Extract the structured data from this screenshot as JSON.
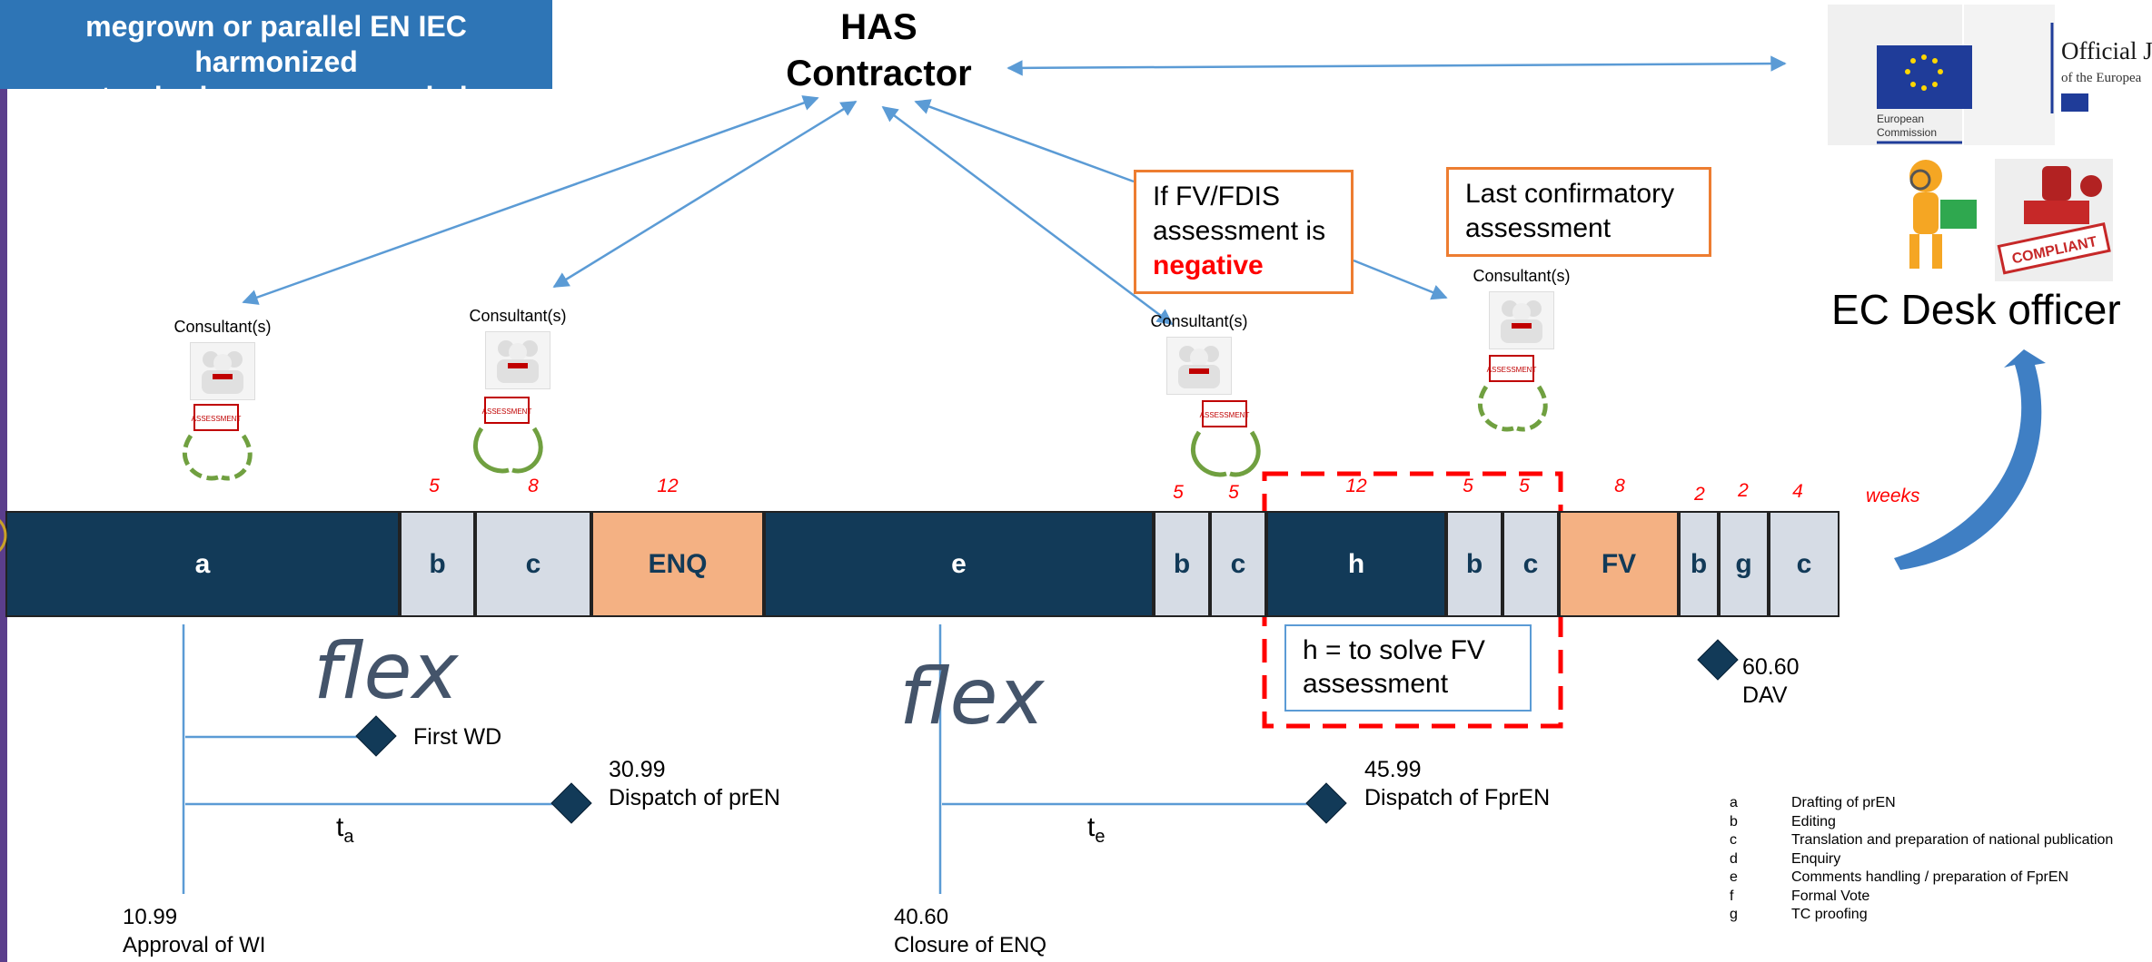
{
  "banner": {
    "line1": "megrown or parallel EN IEC harmonized",
    "line2": "standards → recommended"
  },
  "has": {
    "line1": "HAS",
    "line2": "Contractor"
  },
  "callouts": {
    "negative": {
      "line1": "If FV/FDIS",
      "line2": "assessment is",
      "line3": "negative"
    },
    "last": {
      "line1": "Last confirmatory",
      "line2": "assessment"
    }
  },
  "consultant_label": "Consultant(s)",
  "stamp_text": "ASSESSMENT",
  "compliant_text": "COMPLIANT",
  "ec": {
    "commission_line1": "European",
    "commission_line2": "Commission",
    "journal_line1": "Official J",
    "journal_line2": "of the Europea",
    "desk_officer": "EC Desk officer"
  },
  "timeline": {
    "segments": [
      "a",
      "b",
      "c",
      "ENQ",
      "e",
      "b",
      "c",
      "h",
      "b",
      "c",
      "FV",
      "b",
      "g",
      "c"
    ],
    "durations": [
      "5",
      "8",
      "12",
      "5",
      "5",
      "12",
      "5",
      "5",
      "8",
      "2",
      "2",
      "4"
    ],
    "weeks_label": "weeks"
  },
  "flex_label": "flex",
  "milestones": {
    "first_wd": "First WD",
    "prEN_code": "30.99",
    "prEN_text": "Dispatch of prEN",
    "fprEN_code": "45.99",
    "fprEN_text": "Dispatch of FprEN",
    "dav_code": "60.60",
    "dav_text": "DAV",
    "wi_code": "10.99",
    "wi_text": "Approval of WI",
    "enq_code": "40.60",
    "enq_text": "Closure of ENQ"
  },
  "t_labels": {
    "a_base": "t",
    "a_sub": "a",
    "e_base": "t",
    "e_sub": "e"
  },
  "h_note": {
    "line1": "h = to solve FV",
    "line2": "assessment"
  },
  "legend": [
    {
      "k": "a",
      "v": "Drafting of prEN"
    },
    {
      "k": "b",
      "v": "Editing"
    },
    {
      "k": "c",
      "v": "Translation and preparation of national publication"
    },
    {
      "k": "d",
      "v": "Enquiry"
    },
    {
      "k": "e",
      "v": "Comments handling / preparation of FprEN"
    },
    {
      "k": "f",
      "v": "Formal Vote"
    },
    {
      "k": "g",
      "v": "TC proofing"
    }
  ],
  "colors": {
    "dark": "#123a58",
    "light": "#d6dce5",
    "orange": "#f4b183",
    "arrow": "#5b9bd5",
    "red": "#ff0000",
    "banner": "#2e75b6"
  }
}
